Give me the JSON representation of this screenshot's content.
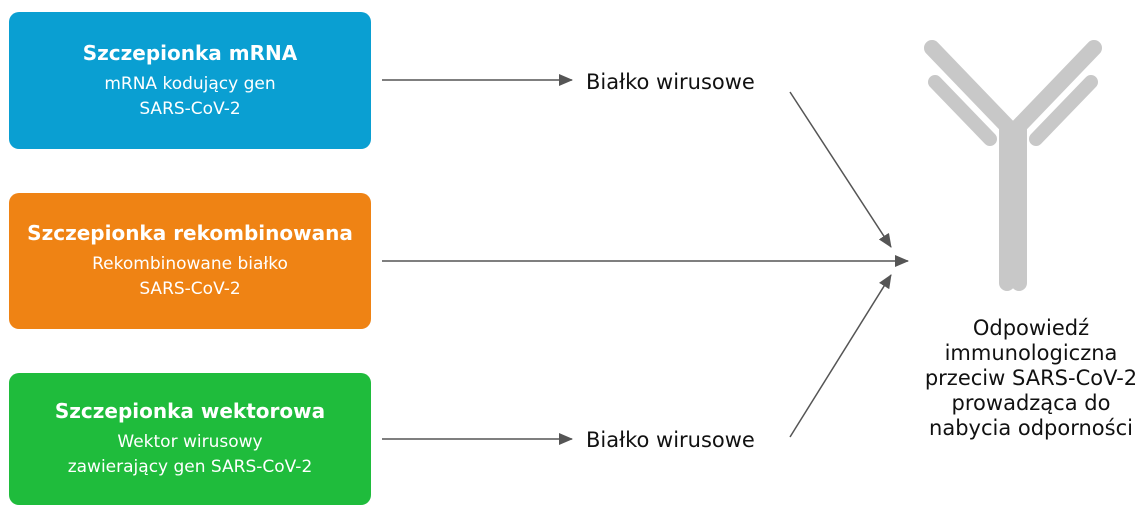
{
  "colors": {
    "mrna": "#0a9fd2",
    "recombinant": "#ef8314",
    "vector": "#1fbc3c",
    "antibody": "#c8c8c8",
    "arrow": "#555555"
  },
  "boxes": [
    {
      "title": "Szczepionka mRNA",
      "desc": "mRNA kodujący gen\nSARS-CoV-2"
    },
    {
      "title": "Szczepionka rekombinowana",
      "desc": "Rekombinowane białko\nSARS-CoV-2"
    },
    {
      "title": "Szczepionka wektorowa",
      "desc": "Wektor wirusowy\nzawierający gen SARS-CoV-2"
    }
  ],
  "protein_labels": {
    "top": "Białko wirusowe",
    "bottom": "Białko wirusowe"
  },
  "response": {
    "lines": [
      "Odpowiedź",
      "immunologiczna",
      "przeciw SARS-CoV-2",
      "prowadząca do",
      "nabycia odporności"
    ]
  },
  "icons": {
    "antibody": "antibody-icon"
  }
}
